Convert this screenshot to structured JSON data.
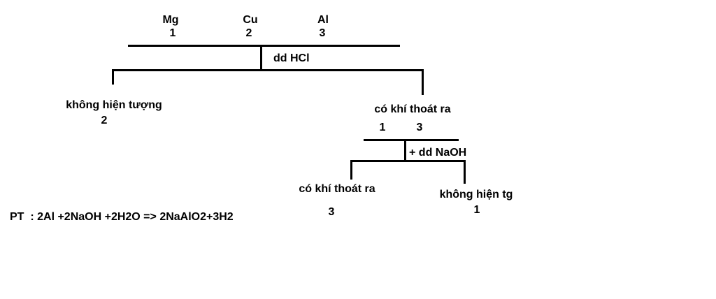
{
  "metals": [
    {
      "name": "Mg",
      "number": "1"
    },
    {
      "name": "Cu",
      "number": "2"
    },
    {
      "name": "Al",
      "number": "3"
    }
  ],
  "step1": {
    "reagent": "dd HCl",
    "left": {
      "result": "không hiện tượng",
      "number": "2"
    },
    "right": {
      "result": "có khí thoát ra",
      "numbers": [
        "1",
        "3"
      ]
    }
  },
  "step2": {
    "reagent": "+ dd NaOH",
    "left": {
      "result": "có khí thoát ra",
      "number": "3"
    },
    "right": {
      "result": "không hiện tg",
      "number": "1"
    }
  },
  "equation": "PT  : 2Al +2NaOH +2H2O => 2NaAlO2+3H2",
  "colors": {
    "ink": "#000000",
    "background": "#ffffff"
  }
}
